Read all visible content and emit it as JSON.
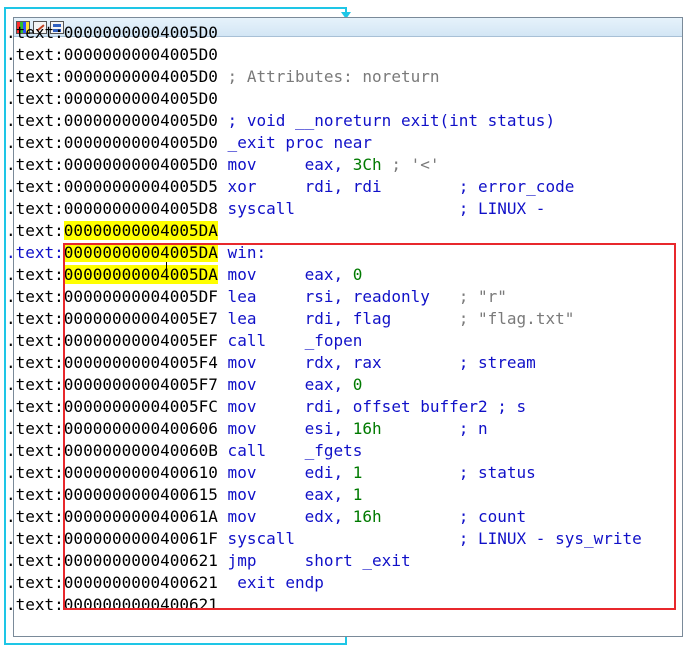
{
  "window": {
    "toolbar_icons": [
      "colors-icon",
      "edit-pen-icon",
      "graph-view-icon"
    ]
  },
  "listing": [
    [
      {
        "t": ".text:",
        "c": "text"
      },
      {
        "t": "00000000004005D0",
        "c": "text"
      }
    ],
    [
      {
        "t": ".text:",
        "c": "text"
      },
      {
        "t": "00000000004005D0",
        "c": "text"
      }
    ],
    [
      {
        "t": ".text:",
        "c": "text"
      },
      {
        "t": "00000000004005D0",
        "c": "text"
      },
      {
        "t": " ; Attributes: noreturn",
        "c": "comment"
      }
    ],
    [
      {
        "t": ".text:",
        "c": "text"
      },
      {
        "t": "00000000004005D0",
        "c": "text"
      }
    ],
    [
      {
        "t": ".text:",
        "c": "text"
      },
      {
        "t": "00000000004005D0",
        "c": "text"
      },
      {
        "t": " ; void __noreturn exit(int status)",
        "c": "kw"
      }
    ],
    [
      {
        "t": ".text:",
        "c": "text"
      },
      {
        "t": "00000000004005D0",
        "c": "text"
      },
      {
        "t": " _exit proc near",
        "c": "kw"
      }
    ],
    [
      {
        "t": ".text:",
        "c": "text"
      },
      {
        "t": "00000000004005D0",
        "c": "text"
      },
      {
        "t": " mov     eax, ",
        "c": "kw"
      },
      {
        "t": "3Ch",
        "c": "num"
      },
      {
        "t": " ; '<'",
        "c": "str"
      }
    ],
    [
      {
        "t": ".text:",
        "c": "text"
      },
      {
        "t": "00000000004005D5",
        "c": "text"
      },
      {
        "t": " xor     rdi, rdi        ; error_code",
        "c": "kw"
      }
    ],
    [
      {
        "t": ".text:",
        "c": "text"
      },
      {
        "t": "00000000004005D8",
        "c": "text"
      },
      {
        "t": " syscall                 ; LINUX -",
        "c": "kw"
      }
    ],
    [
      {
        "t": ".text:",
        "c": "text"
      },
      {
        "t": "00000000004005DA",
        "c": "addrhl"
      }
    ],
    [
      {
        "t": ".text:",
        "c": "blue"
      },
      {
        "t": "00000000004005DA",
        "c": "addrhl"
      },
      {
        "t": " win:",
        "c": "kw"
      }
    ],
    [
      {
        "t": ".text:",
        "c": "text"
      },
      {
        "t": "00000000004005DA",
        "c": "addrhl"
      },
      {
        "t": " mov     eax, ",
        "c": "kw"
      },
      {
        "t": "0",
        "c": "num"
      }
    ],
    [
      {
        "t": ".text:",
        "c": "text"
      },
      {
        "t": "00000000004005DF",
        "c": "text"
      },
      {
        "t": " lea     rsi, readonly   ",
        "c": "kw"
      },
      {
        "t": "; \"r\"",
        "c": "str"
      }
    ],
    [
      {
        "t": ".text:",
        "c": "text"
      },
      {
        "t": "00000000004005E7",
        "c": "text"
      },
      {
        "t": " lea     rdi, flag       ",
        "c": "kw"
      },
      {
        "t": "; \"flag.txt\"",
        "c": "str"
      }
    ],
    [
      {
        "t": ".text:",
        "c": "text"
      },
      {
        "t": "00000000004005EF",
        "c": "text"
      },
      {
        "t": " call    _fopen",
        "c": "kw"
      }
    ],
    [
      {
        "t": ".text:",
        "c": "text"
      },
      {
        "t": "00000000004005F4",
        "c": "text"
      },
      {
        "t": " mov     rdx, rax        ; stream",
        "c": "kw"
      }
    ],
    [
      {
        "t": ".text:",
        "c": "text"
      },
      {
        "t": "00000000004005F7",
        "c": "text"
      },
      {
        "t": " mov     eax, ",
        "c": "kw"
      },
      {
        "t": "0",
        "c": "num"
      }
    ],
    [
      {
        "t": ".text:",
        "c": "text"
      },
      {
        "t": "00000000004005FC",
        "c": "text"
      },
      {
        "t": " mov     rdi, offset buffer2 ; s",
        "c": "kw"
      }
    ],
    [
      {
        "t": ".text:",
        "c": "text"
      },
      {
        "t": "0000000000400606",
        "c": "text"
      },
      {
        "t": " mov     esi, ",
        "c": "kw"
      },
      {
        "t": "16h",
        "c": "num"
      },
      {
        "t": "        ; n",
        "c": "kw"
      }
    ],
    [
      {
        "t": ".text:",
        "c": "text"
      },
      {
        "t": "000000000040060B",
        "c": "text"
      },
      {
        "t": " call    _fgets",
        "c": "kw"
      }
    ],
    [
      {
        "t": ".text:",
        "c": "text"
      },
      {
        "t": "0000000000400610",
        "c": "text"
      },
      {
        "t": " mov     edi, ",
        "c": "kw"
      },
      {
        "t": "1",
        "c": "num"
      },
      {
        "t": "          ; status",
        "c": "kw"
      }
    ],
    [
      {
        "t": ".text:",
        "c": "text"
      },
      {
        "t": "0000000000400615",
        "c": "text"
      },
      {
        "t": " mov     eax, ",
        "c": "kw"
      },
      {
        "t": "1",
        "c": "num"
      }
    ],
    [
      {
        "t": ".text:",
        "c": "text"
      },
      {
        "t": "000000000040061A",
        "c": "text"
      },
      {
        "t": " mov     edx, ",
        "c": "kw"
      },
      {
        "t": "16h",
        "c": "num"
      },
      {
        "t": "        ; count",
        "c": "kw"
      }
    ],
    [
      {
        "t": ".text:",
        "c": "text"
      },
      {
        "t": "000000000040061F",
        "c": "text"
      },
      {
        "t": " syscall                 ; LINUX - sys_write",
        "c": "kw"
      }
    ],
    [
      {
        "t": ".text:",
        "c": "text"
      },
      {
        "t": "0000000000400621",
        "c": "text"
      },
      {
        "t": " jmp     short _exit",
        "c": "kw"
      }
    ],
    [
      {
        "t": ".text:",
        "c": "text"
      },
      {
        "t": "0000000000400621",
        "c": "text"
      },
      {
        "t": "  exit endp",
        "c": "kw"
      }
    ],
    [
      {
        "t": ".text:",
        "c": "text"
      },
      {
        "t": "0000000000400621",
        "c": "text"
      }
    ]
  ]
}
